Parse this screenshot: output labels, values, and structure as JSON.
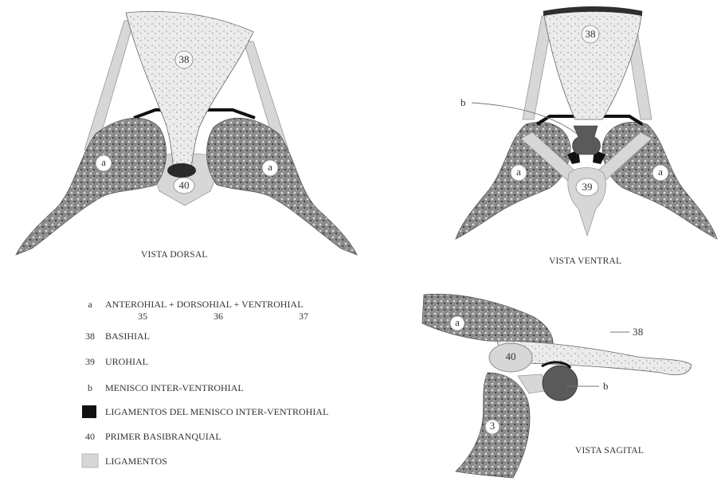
{
  "views": {
    "dorsal": {
      "caption": "VISTA DORSAL"
    },
    "ventral": {
      "caption": "VISTA VENTRAL"
    },
    "sagittal": {
      "caption": "VISTA SAGITAL"
    }
  },
  "labels": {
    "dorsal_basihial": "38",
    "dorsal_basibranchial": "40",
    "dorsal_left_a": "a",
    "dorsal_right_a": "a",
    "ventral_basihial": "38",
    "ventral_urohial": "39",
    "ventral_left_a": "a",
    "ventral_right_a": "a",
    "ventral_b": "b",
    "sagittal_a": "a",
    "sagittal_40": "40",
    "sagittal_38": "38",
    "sagittal_b": "b",
    "sagittal_3": "3"
  },
  "legend": [
    {
      "key": "a",
      "text": "ANTEROHIAL + DORSOHIAL + VENTROHIAL"
    },
    {
      "key": "38",
      "text": "BASIHIAL"
    },
    {
      "key": "39",
      "text": "UROHIAL"
    },
    {
      "key": "b",
      "text": "MENISCO INTER-VENTROHIAL"
    },
    {
      "key": "",
      "text": "LIGAMENTOS DEL MENISCO INTER-VENTROHIAL"
    },
    {
      "key": "40",
      "text": "PRIMER BASIBRANQUIAL"
    },
    {
      "key": "",
      "text": "LIGAMENTOS"
    }
  ],
  "legend_sub": {
    "n35": "35",
    "n36": "36",
    "n37": "37"
  },
  "colors": {
    "ligament": "#d7d7d7",
    "meniscus_ligament": "#111111",
    "meniscus": "#5a5a5a",
    "bone_dark": "#555555",
    "bone_light": "#eeeeee"
  }
}
